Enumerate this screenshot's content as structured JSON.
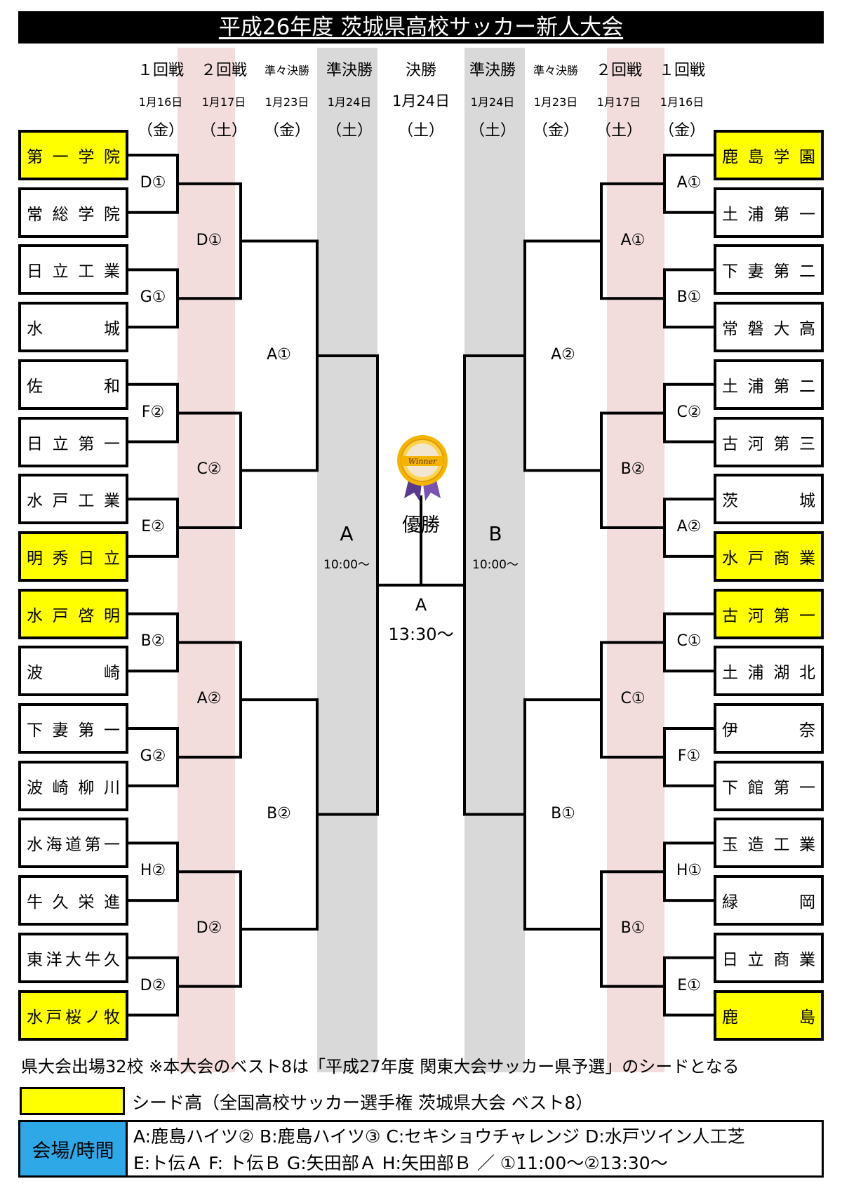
{
  "title": "平成26年度 茨城県高校サッカー新人大会",
  "headers": [
    {
      "round": "１回戦",
      "date": "1月16日",
      "dow": "（金）"
    },
    {
      "round": "２回戦",
      "date": "1月17日",
      "dow": "（土）"
    },
    {
      "round": "準々決勝",
      "date": "1月23日",
      "dow": "（金）"
    },
    {
      "round": "準決勝",
      "date": "1月24日",
      "dow": "（土）"
    },
    {
      "round": "決勝",
      "date": "1月24日",
      "dow": "（土）"
    },
    {
      "round": "準決勝",
      "date": "1月24日",
      "dow": "（土）"
    },
    {
      "round": "準々決勝",
      "date": "1月23日",
      "dow": "（金）"
    },
    {
      "round": "２回戦",
      "date": "1月17日",
      "dow": "（土）"
    },
    {
      "round": "１回戦",
      "date": "1月16日",
      "dow": "（金）"
    }
  ],
  "left_teams": [
    {
      "name": "第一学院",
      "seed": true
    },
    {
      "name": "常総学院",
      "seed": false
    },
    {
      "name": "日立工業",
      "seed": false
    },
    {
      "name": "水城",
      "seed": false
    },
    {
      "name": "佐和",
      "seed": false
    },
    {
      "name": "日立第一",
      "seed": false
    },
    {
      "name": "水戸工業",
      "seed": false
    },
    {
      "name": "明秀日立",
      "seed": true
    },
    {
      "name": "水戸啓明",
      "seed": true
    },
    {
      "name": "波崎",
      "seed": false
    },
    {
      "name": "下妻第一",
      "seed": false
    },
    {
      "name": "波崎柳川",
      "seed": false
    },
    {
      "name": "水海道第一",
      "seed": false
    },
    {
      "name": "牛久栄進",
      "seed": false
    },
    {
      "name": "東洋大牛久",
      "seed": false
    },
    {
      "name": "水戸桜ノ牧",
      "seed": true
    }
  ],
  "right_teams": [
    {
      "name": "鹿島学園",
      "seed": true
    },
    {
      "name": "土浦第一",
      "seed": false
    },
    {
      "name": "下妻第二",
      "seed": false
    },
    {
      "name": "常磐大高",
      "seed": false
    },
    {
      "name": "土浦第二",
      "seed": false
    },
    {
      "name": "古河第三",
      "seed": false
    },
    {
      "name": "茨城",
      "seed": false
    },
    {
      "name": "水戸商業",
      "seed": true
    },
    {
      "name": "古河第一",
      "seed": true
    },
    {
      "name": "土浦湖北",
      "seed": false
    },
    {
      "name": "伊奈",
      "seed": false
    },
    {
      "name": "下館第一",
      "seed": false
    },
    {
      "name": "玉造工業",
      "seed": false
    },
    {
      "name": "緑岡",
      "seed": false
    },
    {
      "name": "日立商業",
      "seed": false
    },
    {
      "name": "鹿島",
      "seed": true
    }
  ],
  "left_r1_labels": [
    "D①",
    "G①",
    "F②",
    "E②",
    "B②",
    "G②",
    "H②",
    "D②"
  ],
  "right_r1_labels": [
    "A①",
    "B①",
    "C②",
    "A②",
    "C①",
    "F①",
    "H①",
    "E①"
  ],
  "left_r2_labels": [
    "D①",
    "C②",
    "A②",
    "D②"
  ],
  "right_r2_labels": [
    "A①",
    "B②",
    "C①",
    "B①"
  ],
  "left_qf_labels": [
    "A①",
    "B②"
  ],
  "right_qf_labels": [
    "A②",
    "B①"
  ],
  "semi_left": {
    "venue": "A",
    "time": "10:00～"
  },
  "semi_right": {
    "venue": "B",
    "time": "10:00～"
  },
  "final": {
    "label": "優勝",
    "venue": "A",
    "time": "13:30～",
    "medal_text": "Winner"
  },
  "notes": {
    "line1": "県大会出場32校 ※本大会のベスト8は「平成27年度 関東大会サッカー県予選」のシードとなる",
    "legend": "シード高（全国高校サッカー選手権 茨城県大会 ベスト8）",
    "venue_label": "会場/時間",
    "venue_line1": "A:鹿島ハイツ② B:鹿島ハイツ③ C:セキショウチャレンジ D:水戸ツイン人工芝",
    "venue_line2": "E:ト伝Ａ F: ト伝Ｂ G:矢田部Ａ H:矢田部Ｂ ／ ①11:00～②13:30～"
  },
  "colors": {
    "seed": "#ffff00",
    "round2_band": "#f2dcdc",
    "semi_band": "#d9d9d9",
    "venue_label": "#2ea8e6"
  }
}
